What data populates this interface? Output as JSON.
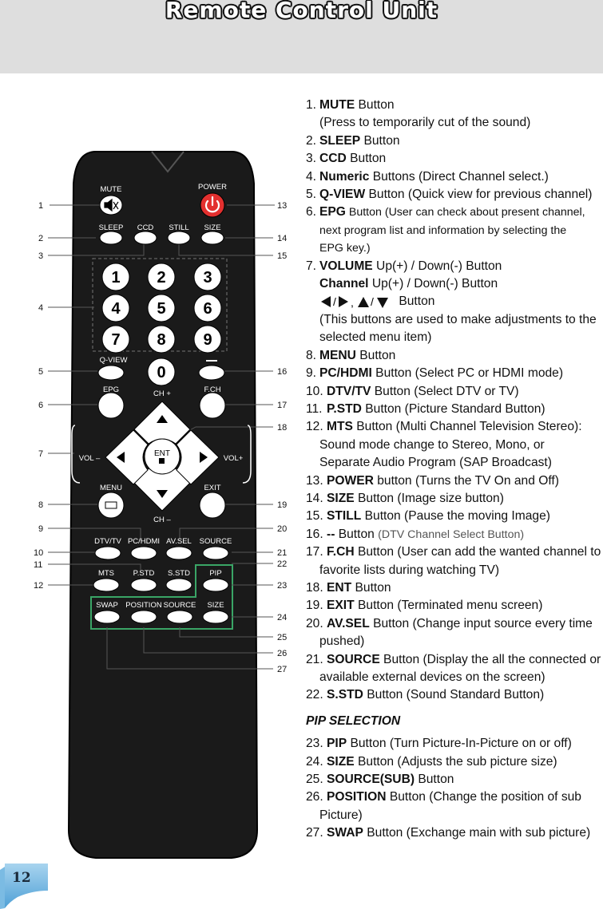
{
  "title": "Remote Control Unit",
  "page_number": "12",
  "remote": {
    "labels": {
      "mute": "MUTE",
      "power": "POWER",
      "sleep": "SLEEP",
      "ccd": "CCD",
      "still": "STILL",
      "size": "SIZE",
      "qview": "Q-VIEW",
      "epg": "EPG",
      "ch_plus": "CH +",
      "fch": "F.CH",
      "vol_minus": "VOL –",
      "vol_plus": "VOL+",
      "ent": "ENT",
      "menu": "MENU",
      "exit": "EXIT",
      "ch_minus": "CH –",
      "dtvtv": "DTV/TV",
      "pchdmi": "PC/HDMI",
      "avsel": "AV.SEL",
      "source": "SOURCE",
      "mts": "MTS",
      "pstd": "P.STD",
      "sstd": "S.STD",
      "pip": "PIP",
      "swap": "SWAP",
      "position": "POSITION",
      "source_sub": "SOURCE",
      "size_sub": "SIZE"
    },
    "digits": [
      "1",
      "2",
      "3",
      "4",
      "5",
      "6",
      "7",
      "8",
      "9",
      "0"
    ],
    "callouts_left": [
      "1",
      "2",
      "3",
      "4",
      "5",
      "6",
      "7",
      "8",
      "9",
      "10",
      "11",
      "12"
    ],
    "callouts_right": [
      "13",
      "14",
      "15",
      "16",
      "17",
      "18",
      "19",
      "20",
      "21",
      "22",
      "23",
      "24",
      "25",
      "26",
      "27"
    ]
  },
  "items": [
    {
      "num": "1.",
      "key": "MUTE",
      "text": " Button"
    },
    {
      "cont": "(Press to temporarily cut of the sound)"
    },
    {
      "num": "2.",
      "key": "SLEEP",
      "text": " Button"
    },
    {
      "num": "3.",
      "key": "CCD",
      "text": " Button"
    },
    {
      "num": "4.",
      "key": "Numeric",
      "text": " Buttons (Direct Channel select.)"
    },
    {
      "num": "5.",
      "key": "Q-VIEW",
      "text": " Button (Quick view for previous channel)"
    },
    {
      "num": "6.",
      "key": "EPG",
      "text": " Button (User can check about present channel,"
    },
    {
      "cont": "next program list and information by selecting the"
    },
    {
      "cont": "EPG key.)"
    },
    {
      "num": "7.",
      "key": "VOLUME",
      "text": " Up(+) / Down(-) Button"
    },
    {
      "cont_key": "Channel",
      "cont_text": " Up(+) / Down(-) Button"
    },
    {
      "arrows": " Button"
    },
    {
      "cont": "(This buttons are used to make adjustments to the"
    },
    {
      "cont": "selected menu item)"
    },
    {
      "num": "8.",
      "key": "MENU",
      "text": " Button"
    },
    {
      "num": "9.",
      "key": "PC/HDMI",
      "text": " Button (Select PC or HDMI mode)"
    },
    {
      "num": "10.",
      "key": "DTV/TV",
      "text": " Button (Select DTV or TV)"
    },
    {
      "num": "11.",
      "key": "P.STD",
      "text": " Button (Picture Standard Button)"
    },
    {
      "num": "12.",
      "key": "MTS",
      "text": " Button (Multi Channel Television Stereo):"
    },
    {
      "cont": "Sound mode change to Stereo, Mono, or"
    },
    {
      "cont": "Separate Audio Program (SAP Broadcast)"
    },
    {
      "num": "13.",
      "key": "POWER",
      "text": " button (Turns the TV On and Off)"
    },
    {
      "num": "14.",
      "key": "SIZE",
      "text": "  Button (Image size button)"
    },
    {
      "num": "15.",
      "key": "STILL",
      "text": "  Button (Pause the moving Image)"
    },
    {
      "num": "16.",
      "key": "--",
      "text": " Button ",
      "grey": "(DTV Channel Select Button)"
    },
    {
      "num": "17.",
      "key": "F.CH",
      "text": " Button (User can add the wanted channel to"
    },
    {
      "cont": "favorite lists during watching TV)"
    },
    {
      "num": "18.",
      "key": "ENT",
      "text": " Button"
    },
    {
      "num": "19.",
      "key": "EXIT",
      "text": " Button (Terminated menu screen)"
    },
    {
      "num": "20.",
      "key": "AV.SEL",
      "text": " Button (Change input source every time"
    },
    {
      "cont": "pushed)"
    },
    {
      "num": "21.",
      "key": "SOURCE",
      "text": " Button (Display the all the connected or"
    },
    {
      "cont": "available external devices on the screen)"
    },
    {
      "num": "22.",
      "key": "S.STD",
      "text": " Button (Sound Standard Button)"
    },
    {
      "section": "PIP SELECTION"
    },
    {
      "num": "23.",
      "key": "PIP",
      "text": " Button (Turn Picture-In-Picture on or off)"
    },
    {
      "num": "24.",
      "key": "SIZE",
      "text": " Button (Adjusts the sub picture size)"
    },
    {
      "num": "25.",
      "key": "SOURCE(SUB)",
      "text": " Button"
    },
    {
      "num": "26.",
      "key": "POSITION",
      "text": " Button (Change the position of sub"
    },
    {
      "cont": "Picture)"
    },
    {
      "num": "27.",
      "key": "SWAP",
      "text": " Button (Exchange main with sub picture)"
    }
  ]
}
